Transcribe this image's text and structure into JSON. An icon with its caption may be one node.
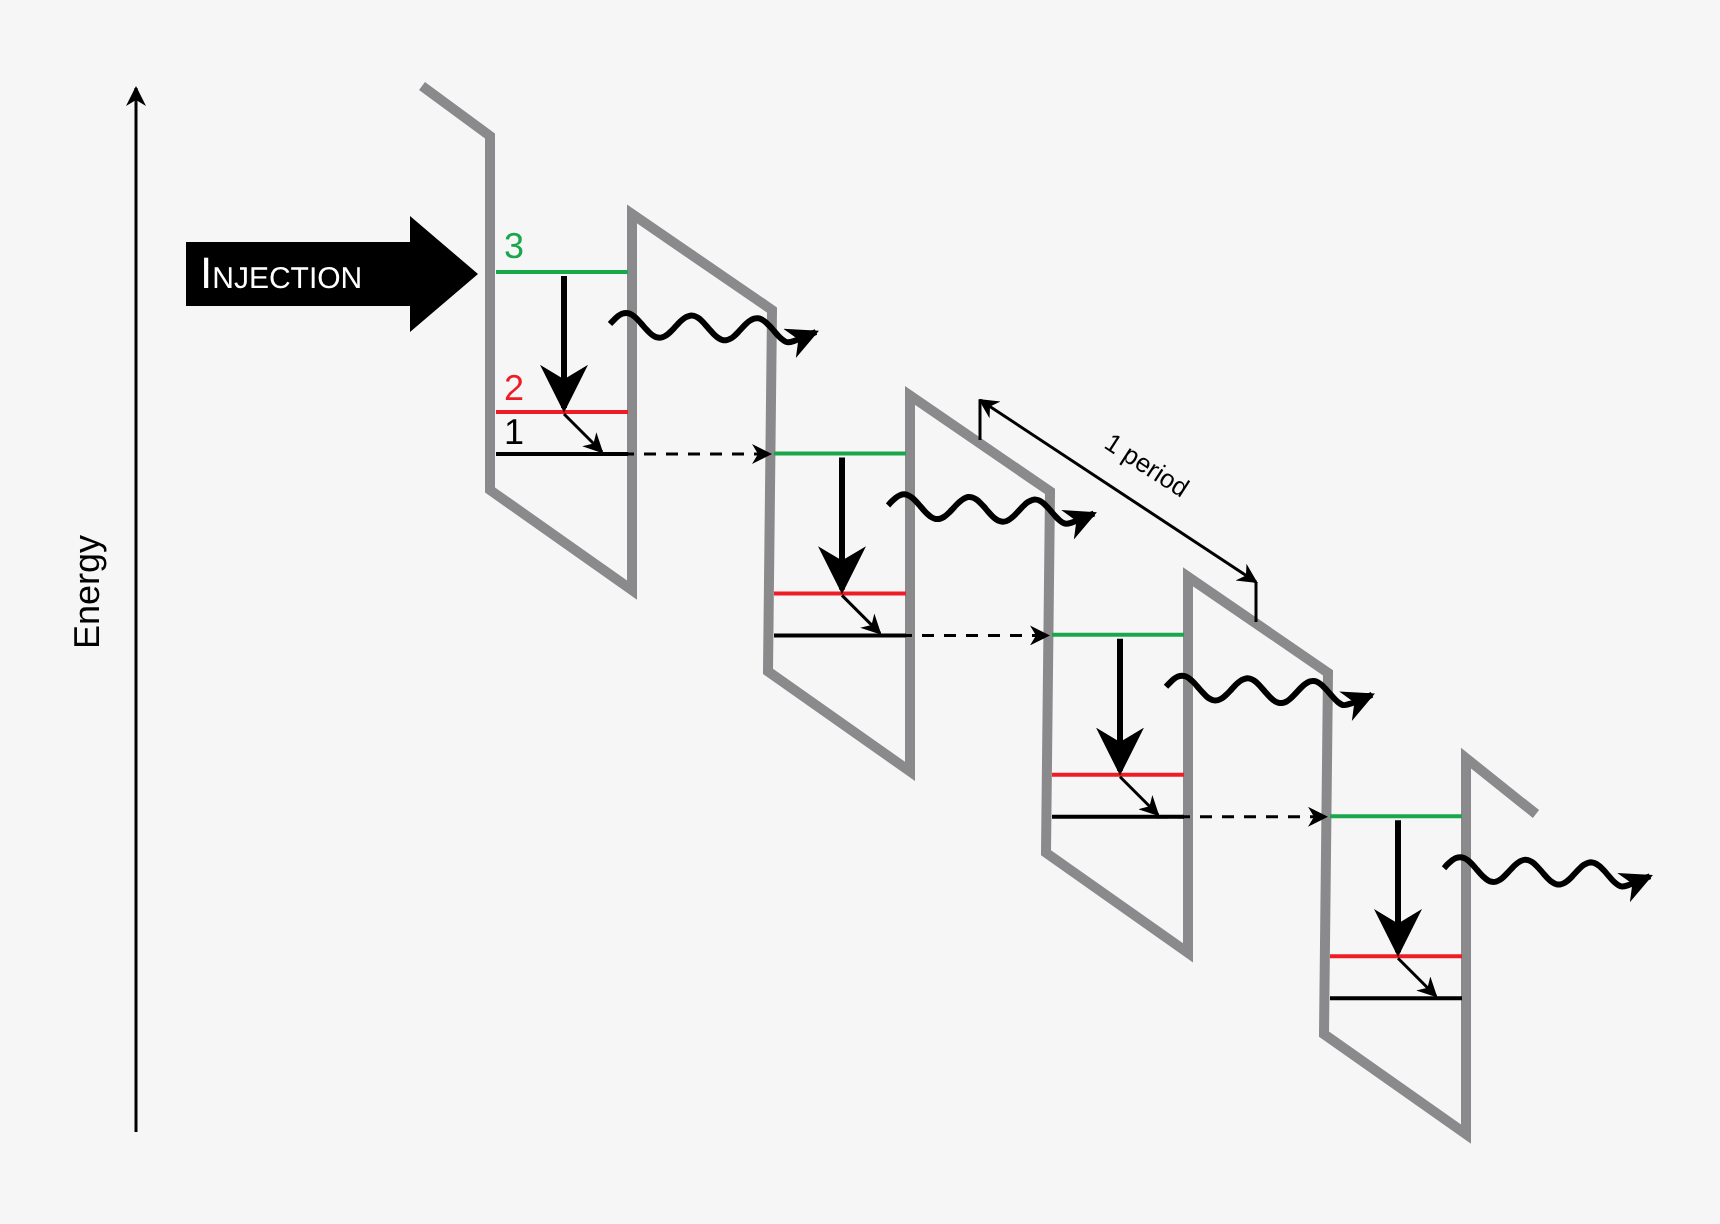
{
  "diagram": {
    "nodes": [
      {
        "text": [
          "Injection"
        ]
      }
    ],
    "labels": [
      "3",
      "2",
      "1",
      "1 period",
      "Energy"
    ]
  }
}
